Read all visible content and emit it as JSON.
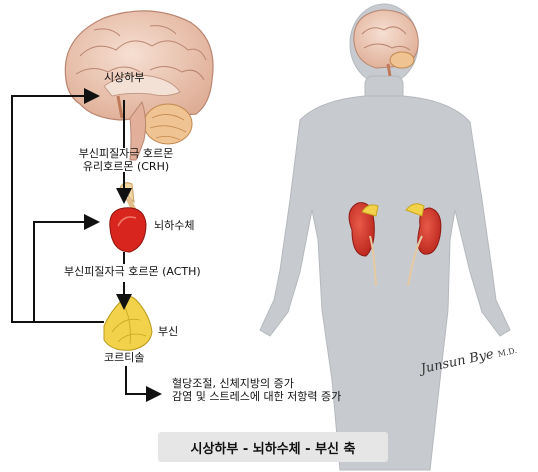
{
  "labels": {
    "hypothalamus": "시상하부",
    "crh_line1": "부신피질자극 호르몬",
    "crh_line2": "유리호르몬 (CRH)",
    "pituitary": "뇌하수체",
    "acth": "부신피질자극 호르몬 (ACTH)",
    "adrenal": "부신",
    "cortisol": "코르티솔",
    "effect_line1": "혈당조절, 신체지방의 증가",
    "effect_line2": "감염 및 스트레스에 대한 저항력 증가"
  },
  "signature": {
    "name": "Junsun Bye",
    "suffix": "M.D."
  },
  "caption": "시상하부 - 뇌하수체 - 부신 축",
  "colors": {
    "body_silhouette": "#c7cace",
    "brain": "#e9c7b5",
    "cerebellum": "#f0c392",
    "pituitary": "#d8261f",
    "adrenal": "#f1d24a",
    "kidney": "#cf3328",
    "arrow": "#111111",
    "caption_bg": "#e6e6e6"
  }
}
